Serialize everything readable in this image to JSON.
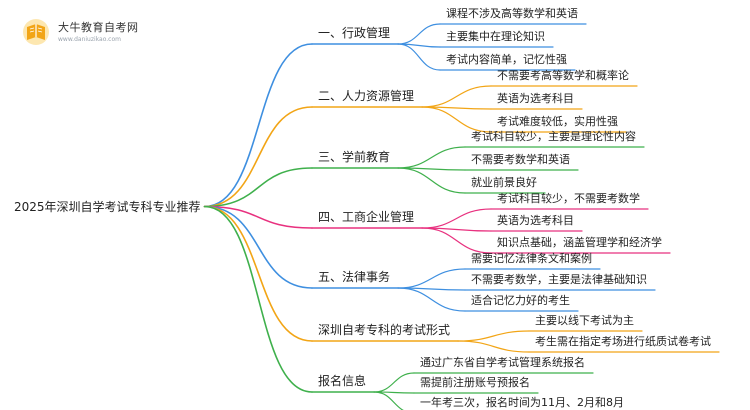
{
  "logo": {
    "name": "大牛教育自考网",
    "url": "www.daniuzikao.com"
  },
  "colors": {
    "blue": "#3e8fe0",
    "orange": "#f2a516",
    "green": "#3fb04c",
    "pink": "#e8317f"
  },
  "diagram": {
    "root": "2025年深圳自学考试专科专业推荐",
    "branches": [
      {
        "label": "一、行政管理",
        "color": "blue",
        "leaves": [
          "课程不涉及高等数学和英语",
          "主要集中在理论知识",
          "考试内容简单，记忆性强"
        ]
      },
      {
        "label": "二、人力资源管理",
        "color": "orange",
        "leaves": [
          "不需要考高等数学和概率论",
          "英语为选考科目",
          "考试难度较低，实用性强"
        ]
      },
      {
        "label": "三、学前教育",
        "color": "green",
        "leaves": [
          "考试科目较少，主要是理论性内容",
          "不需要考数学和英语",
          "就业前景良好"
        ]
      },
      {
        "label": "四、工商企业管理",
        "color": "pink",
        "leaves": [
          "考试科目较少，不需要考数学",
          "英语为选考科目",
          "知识点基础，涵盖管理学和经济学"
        ]
      },
      {
        "label": "五、法律事务",
        "color": "blue",
        "leaves": [
          "需要记忆法律条文和案例",
          "不需要考数学，主要是法律基础知识",
          "适合记忆力好的考生"
        ]
      },
      {
        "label": "深圳自考专科的考试形式",
        "color": "orange",
        "leaves": [
          "主要以线下考试为主",
          "考生需在指定考场进行纸质试卷考试"
        ]
      },
      {
        "label": "报名信息",
        "color": "green",
        "leaves": [
          "通过广东省自学考试管理系统报名",
          "需提前注册账号预报名",
          "一年考三次，报名时间为11月、2月和8月"
        ]
      }
    ]
  }
}
